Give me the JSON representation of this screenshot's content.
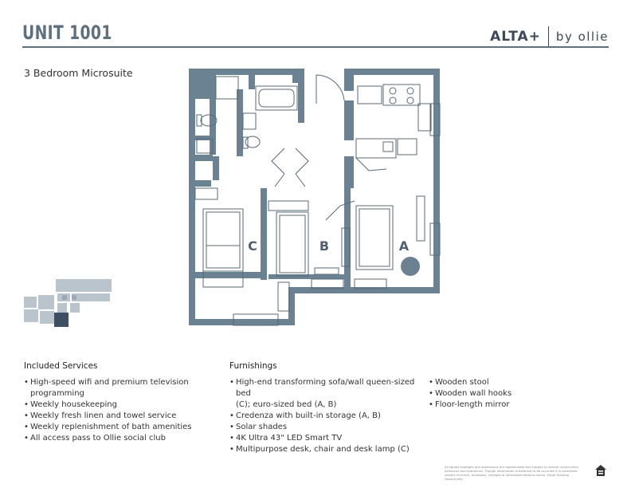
{
  "header": {
    "unit_title": "UNIT  1001",
    "brand_name": "ALTA+",
    "brand_by": "by ollie"
  },
  "subtitle": "3 Bedroom Microsuite",
  "floorplan": {
    "room_labels": [
      "C",
      "B",
      "A"
    ],
    "colors": {
      "wall": "#6b8293",
      "line": "#58687a",
      "keyplan_highlight": "#3d4f63",
      "keyplan_block": "#b9c4cd"
    }
  },
  "included_services": {
    "heading": "Included Services",
    "items": [
      "High-speed wifi and premium television",
      "programming",
      "Weekly housekeeping",
      "Weekly fresh linen and towel service",
      "Weekly replenishment of bath amenities",
      "All access pass to Ollie social club"
    ]
  },
  "furnishings": {
    "heading": "Furnishings",
    "col1": [
      "High-end transforming sofa/wall queen-sized bed",
      "(C); euro-sized bed (A, B)",
      "Credenza with built-in storage (A, B)",
      "Solar shades",
      "4K Ultra 43\" LED Smart TV",
      "Multipurpose desk, chair and desk lamp (C)"
    ],
    "col2": [
      "Wooden stool",
      "Wooden wall hooks",
      "Floor-length mirror"
    ]
  },
  "footnote": "All square footages and dimensions are approximate and subject to normal construction variances and tolerances. Though information is believed to be accurate it is presented subject to errors, omissions, changes or withdrawal without notice. Equal Housing Opportunity.",
  "icons": {
    "equal_housing": "equal-housing-icon"
  }
}
